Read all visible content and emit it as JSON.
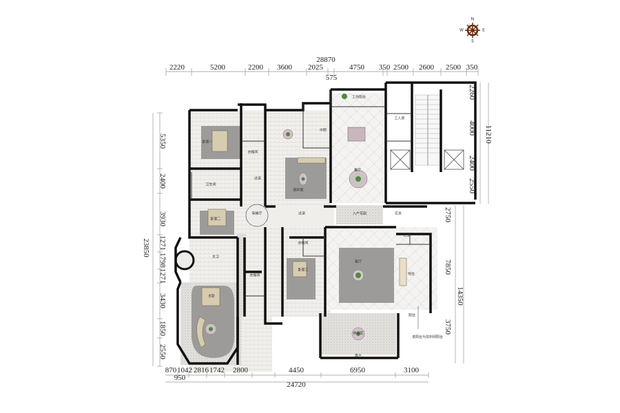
{
  "compass": {
    "n": "N",
    "e": "E",
    "s": "S",
    "w": "W"
  },
  "dimensions": {
    "top_total": "28870",
    "top": [
      "2220",
      "5200",
      "2200",
      "3600",
      "2025",
      "575",
      "4750",
      "350",
      "2500",
      "2600",
      "2500",
      "350"
    ],
    "left_total": "23850",
    "left": [
      "5350",
      "2400",
      "3930",
      "1271",
      "1798",
      "1271",
      "3430",
      "1850",
      "2550"
    ],
    "bottom_total": "24720",
    "bottom": [
      "870",
      "1042",
      "2816",
      "1742",
      "2800",
      "4450",
      "6950",
      "3100",
      "950"
    ],
    "right_upper_total": "11210",
    "right_upper": [
      "2260",
      "4000",
      "2400",
      "2550"
    ],
    "right_lower_total": "14350",
    "right_lower": [
      "2750",
      "7850",
      "3750"
    ]
  },
  "rooms": {
    "bedroom1": "卧室一",
    "closet1": "衣帽间",
    "bath1": "卫生间",
    "corridor1": "过道",
    "study": "视听室",
    "kitchen": "中厨",
    "work_balcony": "工作阳台",
    "dining": "餐厅",
    "maid": "工人房",
    "bedroom2": "卧室二",
    "lift_hall": "电梯厅",
    "corridor2": "过道",
    "entry": "入户花园",
    "foyer": "玄关",
    "powder": "公卫",
    "bedroom3": "卧室三",
    "closet3": "衣帽间",
    "master_bath": "主卫",
    "closet_master": "衣帽间",
    "master": "主卧",
    "living": "客厅",
    "bar": "吧台",
    "leisure": "休闲区",
    "balcony": "阳台",
    "terrace": "露台",
    "note": "该阳台为非封闭阳台"
  }
}
